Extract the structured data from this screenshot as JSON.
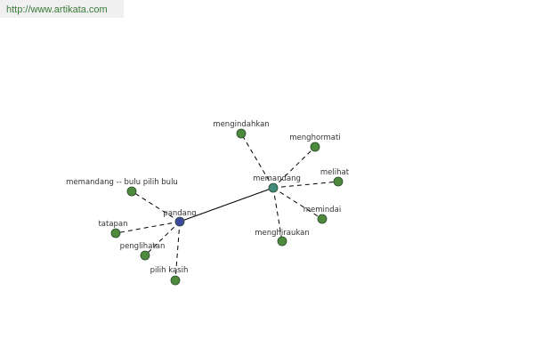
{
  "header": {
    "url": "http://www.artikata.com"
  },
  "colors": {
    "central": "#3b4aa0",
    "hub": "#3f8a78",
    "leaf": "#4d8a3e",
    "url_text": "#3a7a3a",
    "url_bg": "#f0f0f0"
  },
  "graph": {
    "nodes": [
      {
        "id": "pandang",
        "label": "pandang",
        "kind": "central"
      },
      {
        "id": "memandang",
        "label": "memandang",
        "kind": "hub"
      },
      {
        "id": "mengindahkan",
        "label": "mengindahkan",
        "kind": "leaf"
      },
      {
        "id": "menghormati",
        "label": "menghormati",
        "kind": "leaf"
      },
      {
        "id": "melihat",
        "label": "melihat",
        "kind": "leaf"
      },
      {
        "id": "memindai",
        "label": "memindai",
        "kind": "leaf"
      },
      {
        "id": "menghiraukan",
        "label": "menghiraukan",
        "kind": "leaf"
      },
      {
        "id": "memandang-bulu",
        "label": "memandang -- bulu pilih bulu",
        "kind": "leaf"
      },
      {
        "id": "tatapan",
        "label": "tatapan",
        "kind": "leaf"
      },
      {
        "id": "penglihatan",
        "label": "penglihatan",
        "kind": "leaf"
      },
      {
        "id": "pilih-kasih",
        "label": "pilih kasih",
        "kind": "leaf"
      }
    ],
    "edges": [
      {
        "from": "pandang",
        "to": "memandang",
        "style": "solid"
      },
      {
        "from": "memandang",
        "to": "mengindahkan",
        "style": "dashed"
      },
      {
        "from": "memandang",
        "to": "menghormati",
        "style": "dashed"
      },
      {
        "from": "memandang",
        "to": "melihat",
        "style": "dashed"
      },
      {
        "from": "memandang",
        "to": "memindai",
        "style": "dashed"
      },
      {
        "from": "memandang",
        "to": "menghiraukan",
        "style": "dashed"
      },
      {
        "from": "pandang",
        "to": "memandang-bulu",
        "style": "dashed"
      },
      {
        "from": "pandang",
        "to": "tatapan",
        "style": "dashed"
      },
      {
        "from": "pandang",
        "to": "penglihatan",
        "style": "dashed"
      },
      {
        "from": "pandang",
        "to": "pilih-kasih",
        "style": "dashed"
      }
    ]
  }
}
